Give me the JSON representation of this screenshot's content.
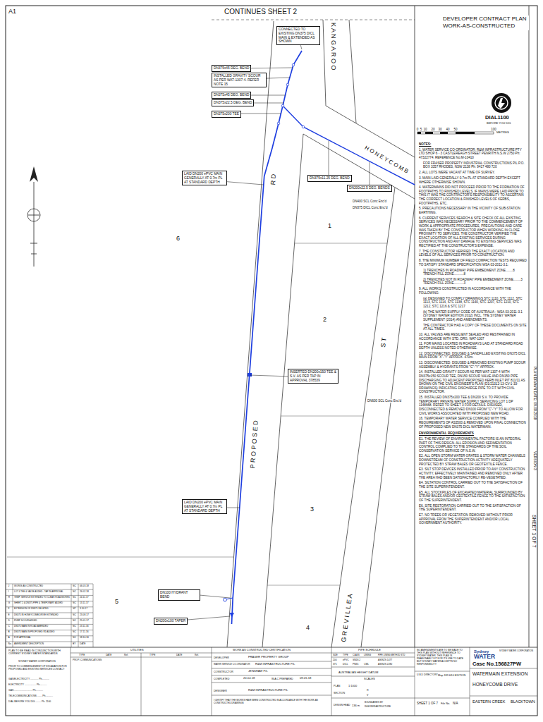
{
  "diagram": {
    "title": "DEVELOPER CONTRACT PLAN WORK-AS-CONSTRUCTED",
    "nodes": [
      {
        "text": [
          "CONNECTED TO EXISTING DN375 DICL MAIN & EXTENDED AS SHOWN"
        ]
      },
      {
        "text": [
          "DN375x45 DEG. BEND"
        ]
      },
      {
        "text": [
          "INSTALLED GRAVITY SCOUR AS PER WAT-1307-4. REFER NOTE 15"
        ]
      },
      {
        "text": [
          "DN375x45 DEG. BEND"
        ]
      },
      {
        "text": [
          "DN375x22.5 DEG. BEND"
        ]
      },
      {
        "text": [
          "DN375x200 TEE"
        ]
      },
      {
        "text": [
          "DN375x11.25 DEG. BEND"
        ]
      },
      {
        "text": [
          "DN200x22.5 DEG. BENDS"
        ]
      },
      {
        "text": [
          "LAID DN200 ePVC MAIN GENERALLY AT 0.7m PL AT STANDARD DEPTH"
        ]
      },
      {
        "text": [
          "INSERTED DN200x150 TEE & S.V. AS PER TAP IN APPROVAL 378539"
        ]
      },
      {
        "text": [
          "LAID DN200 ePVC MAIN GENERALLY AT 0.7m PL AT STANDARD DEPTH"
        ]
      },
      {
        "text": [
          "DN100 HYDRANT BEND"
        ]
      },
      {
        "text": [
          "DN200x100 TAPER"
        ]
      }
    ],
    "labels": [
      "A1",
      "CONTINUES SHEET 2",
      "0",
      "5",
      "10",
      "20",
      "30",
      "40",
      "50",
      "100",
      "METRES",
      "DIAL1100",
      "BEFORE YOU DIG",
      "NOTES:",
      "1. WATER SERVICE CO-ORDINATOR: R&M INFRASTRUCTURE PTY LTD SHOP 6 - 3 CASTLEREAGH STREET PENRITH N.S.W 2750 Ph: 47322774. REFERENCE No.M-10410",
      "FOR FRASER PROPERTY INDUSTRIAL CONSTRUCTIONS P/L P.O. BOX 3357 RHODES, NSW 2138 Ph: 9417 480 720",
      "2. ALL LOTS WERE VACANT AT TIME OF SURVEY.",
      "3. MAIN LAID GENERALLY 0.7m PL AT STANDARD DEPTH EXCEPT WHERE OTHERWISE SHOWN.",
      "4. WATERMAINS DID NOT PROCEED PRIOR TO THE FORMATION OF FOOTPATHS TO FINISHED LEVELS. IF MAINS WERE LAID PRIOR TO THIS IT WAS THE CONTRACTOR'S RESPONSIBILITY TO ASCERTAIN THE CORRECT LOCATION & FINISHED LEVELS OF KERBS, FOOTPATHS, ETC.",
      "5. PRECAUTIONS NECESSARY IN THE VICINITY OF SUB-STATION EARTHING.",
      "6. CURRENT SERVICES SEARCH & SITE CHECK OF ALL EXISTING SERVICES WAS NECESSARY PRIOR TO THE COMMENCEMENT OF WORK & APPROPRIATE PROCEDURES, PRECAUTIONS AND CARE WAS TAKEN BY THE CONSTRUCTOR WHEN WORKING IN CLOSE PROXIMITY TO SERVICES. THE CONSTRUCTOR VERIFIED THE EXACT LOCATION OF ALL EXISTING SERVICES DURING CONSTRUCTION AND ANY DAMAGE TO EXISTING SERVICES WAS RECTIFIED AT THE CONSTRUCTOR'S EXPENSE.",
      "7. THE CONSTRUCTOR VERIFIED THE EXACT LOCATION AND LEVELS OF ALL SERVICES PRIOR TO CONSTRUCTION.",
      "8. THE MINIMUM NUMBER OF FIELD COMPACTION TESTS REQUIRED TO SATISFY STANDARD SPECIFICATION WSA 03-2011-3.1:",
      "1) TRENCHES IN ROADWAY PIPE EMBEDMENT ZONE........8 TRENCH FILL ZONE...........8",
      "2) TRENCHES NOT IN ROADWAY PIPE EMBEDMENT ZONE........3 TRENCH FILL ZONE...........3",
      "9. ALL WORKS CONSTRUCTED IN ACCORDANCE WITH THE FOLLOWING:",
      "(a) DESIGNED TO COMPLY DRAWINGS STC 1110, STC 1112, STC 1113, STC 1114, STC 1138, STC 1140, STC 1207, STC 1210, STC 1212, STC 1216 & STC 1217",
      "(b) THE WATER SUPPLY CODE OF AUSTRALIA - WSA 03-2011-3.1 (SYDNEY WATER EDITION 2012) INCL. THE SYDNEY WATER SUPPLEMENT (2014) AND AMENDMENTS.",
      "THE CONTRACTOR HAD A COPY OF THESE DOCUMENTS ON SITE AT ALL TIMES.",
      "10. ALL VALVES ARE RESILIENT SEALED AND RESTRAINED IN ACCORDANCE WITH STD. DRG. WAT-1307",
      "11. FOR MAINS LOCATED IN ROADWAYS LAID AT STANDARD ROAD DEPTH UNLESS NOTED OTHERWISE.",
      "12. DISCONNECTED, DISUSED & SANDFILLED EXISTING DN375 DICL MAIN FROM \"X\"-\"Y\" APPROX. 470m.",
      "13. DISCONNECTED, DISUSED & REMOVED EXISTING PUMP SCOUR ASSEMBLY & HYDRANTS FROM \"C\"-\"Y\" APPROX.",
      "14. INSTALLED GRAVITY SCOUR AS PER WAT-1307-4 WITH DN375x150 SCOUR TEE, DN150 SCOUR VALVE AND DN150 PIPE DISCHARGING TO ADJACENT PROPOSED KERB INLET PIT 811/11 AS SHOWN ON THE CIVIL ENGINEER'S PLAN (D1/21312-13-CV-1-33-DRAWINGS) INDICATING DISCHARGE PIPE TO FIT WITH CIVIL CONSTRUCTOR.",
      "15. INSTALLED DN375x200 TEE & DN200 S.V. TO PROVIDE TEMPORARY PRIVATE WATER SUPPLY SERVICING LOT 1 DP 1148668. REFER TO SHEET 3 FOR DETAILS. DISUSED, DISCONNECTED & REMOVED DN100 FROM \"C\"-\"Y\" TO ALLOW FOR CIVIL WORKS ASSOCIATED WITH PROPOSED NEW ROAD.",
      "16. TEMPORARY WATER SERVICE COMPLIED WITH THE REQUIREMENTS OF AS3500 & REMOVED UPON FINAL CONNECTION OF PROPOSED NEW DN375 DICL WATERMAIN.",
      "ENVIRONMENTAL REQUIREMENTS",
      "E1. THE REVIEW OF ENVIRONMENTAL FACTORS IS AN INTEGRAL PART OF THIS DESIGN. ALL EROSION AND SEDIMENTATION CONTROL COMPLIED TO THE STANDARDS OF THE SOIL CONSERVATION SERVICE OF N.S.W.",
      "E2. ALL OPEN STORM WATER GRATES & STORM WATER CHANNELS DOWNSTREAM OF CONSTRUCTION ACTIVITY ADEQUATELY PROTECTED BY STRAW BALES OR GEOTEXTILE FENCE.",
      "E3. SILT STOP DEVICES INSTALLED PRIOR TO ANY CONSTRUCTION ACTIVITY, EFFECTIVELY MAINTAINED AND REMOVED ONLY AFTER THE AREA HAD BEEN SATISFACTORILY RE-VEGETATED.",
      "E4. SILTATION CONTROL CARRIED OUT TO THE SATISFACTION OF THE SITE SUPERINTENDENT.",
      "E5. ALL STOCKPILES OF EXCAVATED MATERIAL SURROUNDED BY STRAW BALES AND/OR GEOTEXTILE FENCE TO THE SATISFACTION OF THE SUPERINTENDENT.",
      "E6. SITE RESTORATION CARRIED OUT TO THE SATISFACTION OF THE SUPERINTENDENT.",
      "E7. NO TREES OR VEGETATION REMOVED WITHOUT PRIOR APPROVAL FROM THE SUPERINTENDENT AND/OR LOCAL GOVERNMENT AUTHORITY.",
      "PLAN DRAWN DATE: 09.08.2018",
      "VERSION 3",
      "SHEET 1 OF 7",
      "K A N G A R O O",
      "H O N E Y C O M B",
      "R D",
      "P R O P O S E D",
      "G R E V I L L E A",
      "S T",
      "1",
      "2",
      "3",
      "4",
      "5",
      "6",
      "DN400 SCL Conc Enc'd",
      "DN375 DICL Conc Enc'd",
      "DN600 SCL Conc Enc'd",
      "J",
      "WORKS AS CONSTRUCTED",
      "NC",
      "06.03.18",
      "I",
      "LOT 4 TEE & VALVE ADDED - TAP IN APPROVAL",
      "NC",
      "26.02.18",
      "H",
      "TEMP. SERVICE EXTENDED TO CLEAR ROADWORKS",
      "NC",
      "24.11.17",
      "G",
      "SHEET 2 & DN375 PIPE & TEMPORARY ADDED",
      "NC",
      "13.11.17",
      "F",
      "EXTENSION OF DN375 DELETED",
      "SP",
      "3.10.17",
      "E",
      "DN375 IN HONEYCOMB DRIVE EXTENDED",
      "NC",
      "23.08.17",
      "D",
      "PUMP SCOUR ADDED",
      "NC",
      "25.01.17",
      "C",
      "DN375 MAIN IN ROAD AMENDED",
      "NC",
      "23.11.16",
      "B",
      "DN375 MAIN IN PROPOSED RD ADDED",
      "NC",
      "17.11.16",
      "A",
      "FOR APPROVAL",
      "NC",
      "18.10.16",
      "No.",
      "AMENDMENT DESCRIPTION",
      "BY",
      "DATE",
      "PLAN TO BE READ IN CONJUNCTION WITH CURRENT SYDNEY WATER STANDARDS",
      "SYDNEY WATER CORPORATION",
      "PRIOR TO COMMENCEMENT OF EXCAVATION FOR PROPOSED AND EXISTING SERVICES CONTACT:",
      "GAS/ELECTRICITY ............ Ph...........",
      "ELECTRICITY ................. Ph...........",
      "GAS ........................... Ph...........",
      "TELECOMMUNICATIONS ....... Ph...........",
      "DIAL BEFORE YOU DIG ........ Ph. 1100",
      "UTILITIES",
      "TYPE",
      "DATE",
      "Ref.",
      "TYPE",
      "DATE",
      "Ref.",
      "PROP. COMMUNICATIONS",
      "WORK AS CONSTRUCTED CERTIFICATION",
      "DEVELOPER",
      "FRASER PROPERTY GROUP",
      "WATER SERVICE CO-ORDINATOR",
      "R&M INFRASTRUCTURE P/L",
      "CONSTRUCTOR",
      "JENSHAW P/L",
      "COMPLETED",
      "20.04.18",
      "W.A.C PREPARED",
      "09.05.18",
      "DESIGNER",
      "R&M INFRASTRUCTURE P/L",
      "I CERTIFY THAT THE WORKS HAVE BEEN CONSTRUCTED IN ACCORDANCE WITH THE WORK AS CONSTRUCTED DRAWINGS",
      "PIPE SCHEDULE",
      "SIZE",
      "TYPE",
      "CLASS",
      "LINING",
      "PIPE LINING METHOD STD",
      "200",
      "ePVC",
      "SN18.2",
      "AS/NZS 1477",
      "375",
      "DICL",
      "PN35",
      "CML",
      "AS/NZS 2280",
      "AUSTRALIAN HEIGHT DATUM",
      "SCALES",
      "PLAN",
      "1:1000",
      "SECTION",
      "H",
      "V",
      "DESIGN HEAD",
      "136 m",
      "BOUNDARIES BY",
      "R&M INFRASTRUCTURE",
      "NO AMENDMENTS ARE TO BE MADE TO THIS PLAN WITHOUT REFERENCE TO SYDNEY WATER. THIS PLAN IS REASONABLY FIT FOR ITS USE TO DATE BUT SYDNEY WATER ACCEPTS NO RESPONSIBILITY",
      "Sydney",
      "WATER",
      "SYDNEY WATER CORPORATION",
      "Case No.156827PW",
      "U.B.D DIRECTORY",
      "Map 189 H10 EDITION",
      "WATERMAIN EXTENSION",
      "HONEYCOMB DRIVE",
      "EASTERN CREEK",
      "BLACKTOWN",
      "SHEET 1 OF 7",
      "File No.",
      "N/A"
    ]
  }
}
